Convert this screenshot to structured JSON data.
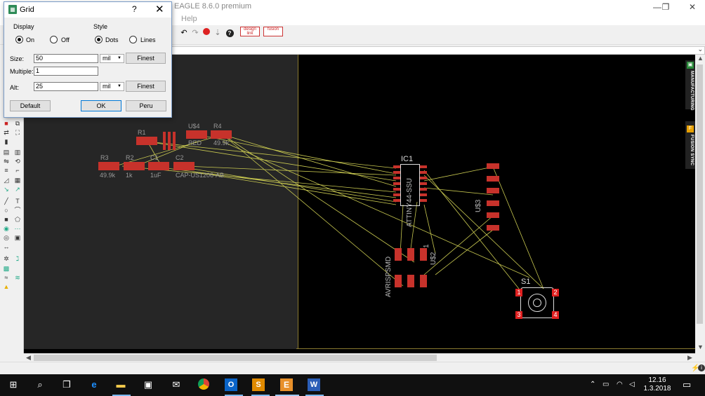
{
  "window": {
    "title": "EAGLE 8.6.0 premium",
    "menu_help": "Help",
    "min": "—",
    "max": "❐",
    "close": "✕"
  },
  "dialog": {
    "title": "Grid",
    "help": "?",
    "close": "✕",
    "display": {
      "label": "Display",
      "on": "On",
      "off": "Off",
      "selected": "On"
    },
    "style": {
      "label": "Style",
      "dots": "Dots",
      "lines": "Lines",
      "selected": "Dots"
    },
    "size": {
      "label": "Size:",
      "value": "50",
      "unit": "mil",
      "finest": "Finest"
    },
    "multiple": {
      "label": "Multiple:",
      "value": "1"
    },
    "alt": {
      "label": "Alt:",
      "value": "25",
      "unit": "mil",
      "finest": "Finest"
    },
    "buttons": {
      "default": "Default",
      "ok": "OK",
      "peru": "Peru"
    }
  },
  "toolbar": {
    "badge1": "design link",
    "badge2": "fusion",
    "help": "?"
  },
  "parts": {
    "r1": "R1",
    "u4": "U$4",
    "u4_val": "RED",
    "r4": "R4",
    "r4_val": "49.9k",
    "r3": "R3",
    "r3_val": "49.9k",
    "r2": "R2",
    "r2_val": "1k",
    "c1": "C1",
    "c1_val": "1uF",
    "c2": "C2",
    "c2_val": "CAP-US1206-AB",
    "ic1": "IC1",
    "ic1_val": "ATTINY44-SSU",
    "u3": "U$3",
    "u2": "U$2",
    "u2_pin": "1",
    "avr": "AVRISPSMD",
    "s1": "S1",
    "s1_p1": "1",
    "s1_p2": "2",
    "s1_p3": "3",
    "s1_p4": "4"
  },
  "side_tabs": {
    "manufacturing": "MANUFACTURING",
    "fusion": "FUSION SYNC"
  },
  "taskbar": {
    "time": "12.16",
    "date": "1.3.2018"
  },
  "colors": {
    "canvas": "#000000",
    "board": "#262626",
    "pad": "#c7322b",
    "airwire": "#c8c850",
    "accent": "#0078d7"
  }
}
